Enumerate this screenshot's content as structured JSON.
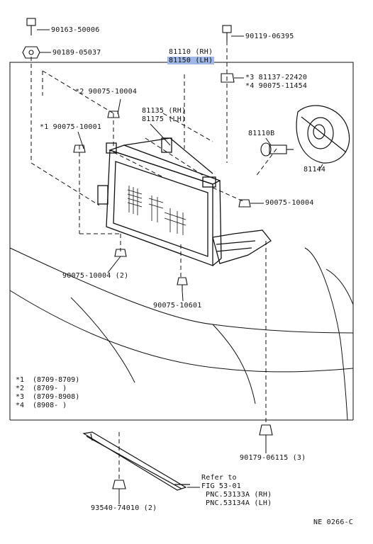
{
  "parts": {
    "bolt_top_left": "90163-50006",
    "nut_left": "90189-05037",
    "bolt_top_right": "90119-06395",
    "headlamp_rh": "81110 (RH)",
    "headlamp_lh": "81150 (LH)",
    "clip_star3": "*3  81137-22420",
    "clip_star4": "*4  90075-11454",
    "nut_star2": "*2  90075-10004",
    "nut_star1": "*1  90075-10001",
    "housing_rh": "81135 (RH)",
    "housing_lh": "81175 (LH)",
    "bulb": "81110B",
    "socket_cover": "81144",
    "nut_right": "90075-10004",
    "nut_bottom": "90075-10004 (2)",
    "clip_bottom": "90075-10601",
    "clip_lower_right": "90179-06115 (3)",
    "bracket_nut": "93540-74010 (2)"
  },
  "legend": [
    {
      "mark": "*1",
      "range": "(8709-8709)"
    },
    {
      "mark": "*2",
      "range": "(8709-     )"
    },
    {
      "mark": "*3",
      "range": "(8709-8908)"
    },
    {
      "mark": "*4",
      "range": "(8908-     )"
    }
  ],
  "reference": {
    "line1": "Refer to",
    "line2": "FIG 53-01",
    "line3": "PNC.53133A (RH)",
    "line4": "PNC.53134A (LH)"
  },
  "diagram_code": "NE 0266-C"
}
